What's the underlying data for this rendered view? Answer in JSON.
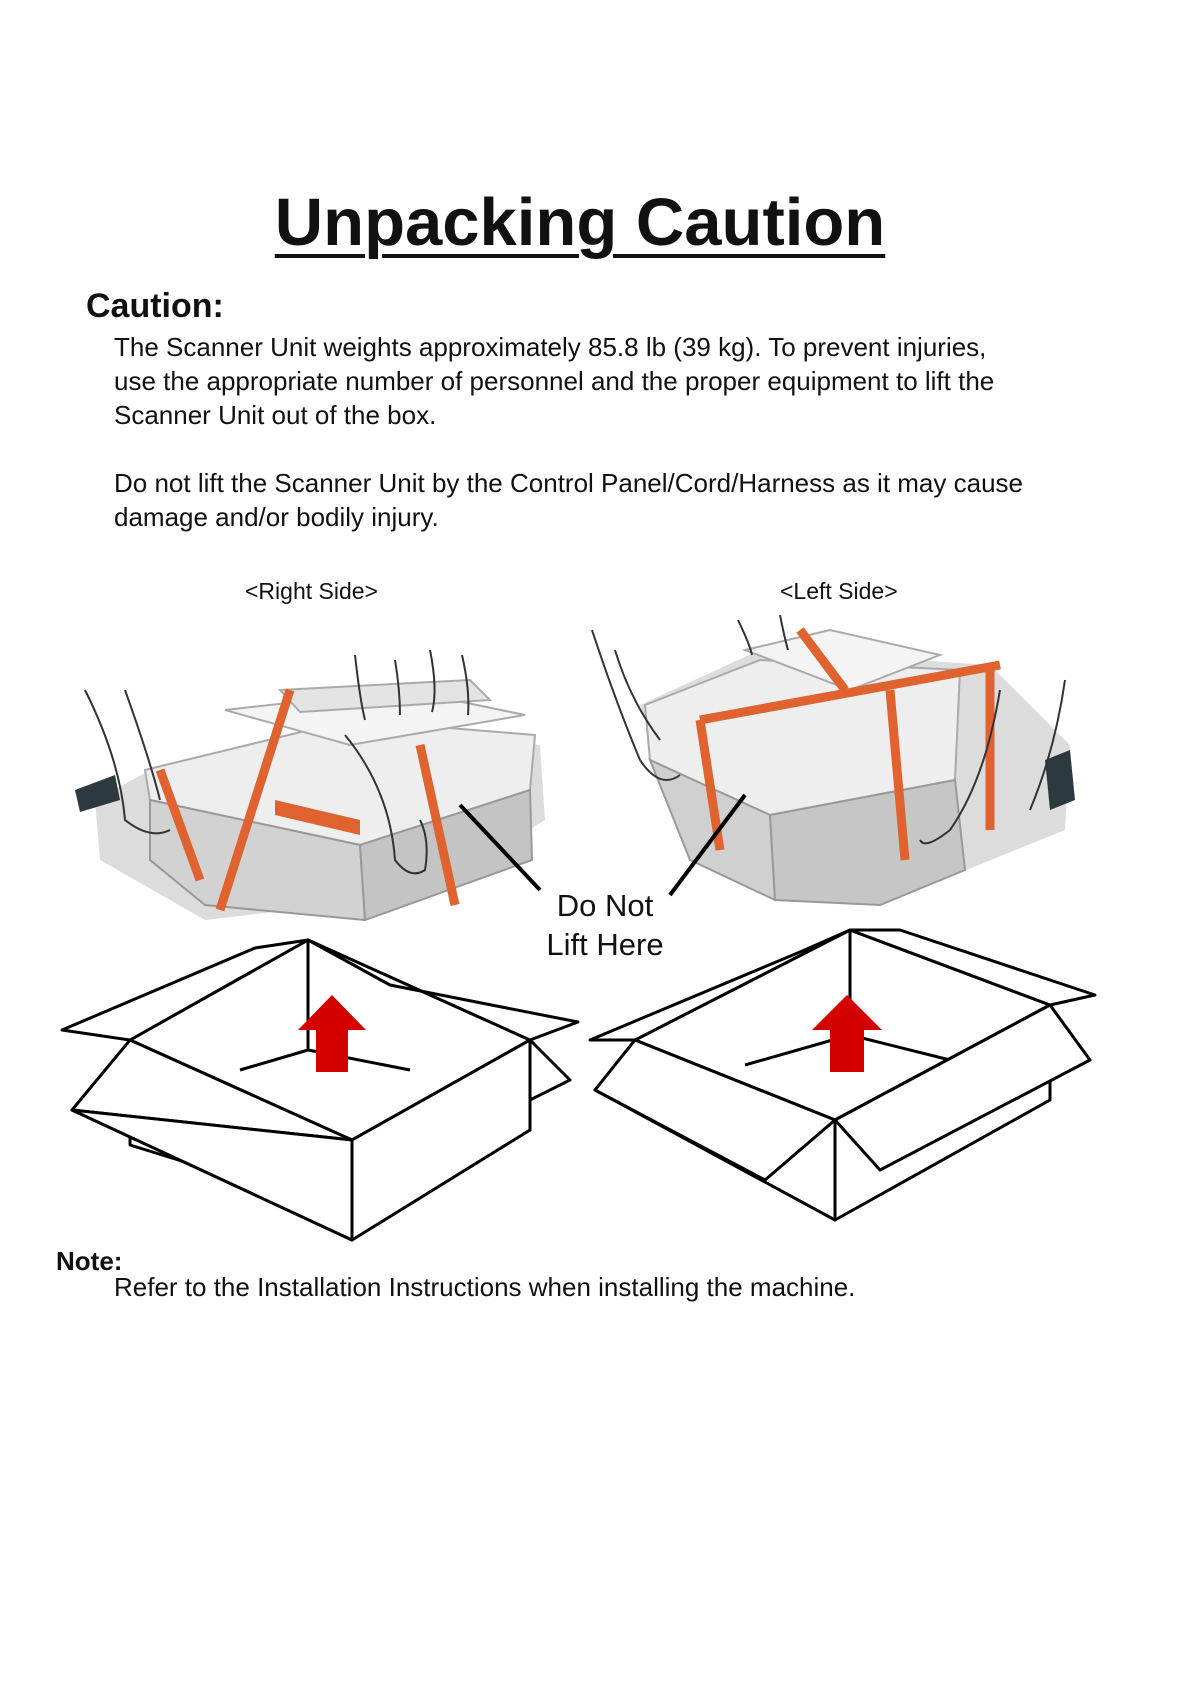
{
  "title": "Unpacking Caution",
  "caution": {
    "heading": "Caution:",
    "paragraph1_lines": [
      "The Scanner Unit weights approximately 85.8 lb (39 kg). To prevent injuries,",
      "use the appropriate number of personnel and the proper equipment to lift the",
      "Scanner Unit out of the box."
    ],
    "paragraph2_lines": [
      "Do not lift the Scanner Unit by the Control Panel/Cord/Harness as it may cause",
      "damage and/or bodily injury."
    ]
  },
  "illustration": {
    "right_side_label": "<Right Side>",
    "left_side_label": "<Left Side>",
    "warning_lines": [
      "Do Not",
      "Lift Here"
    ],
    "arrow_color": "#d40000",
    "strap_color": "#e0622f",
    "icons": [
      "scanner-unit-right-image",
      "scanner-unit-left-image",
      "open-box-icon",
      "up-arrow-icon"
    ]
  },
  "note": {
    "heading": "Note:",
    "text": "Refer to the Installation Instructions when installing the machine."
  }
}
